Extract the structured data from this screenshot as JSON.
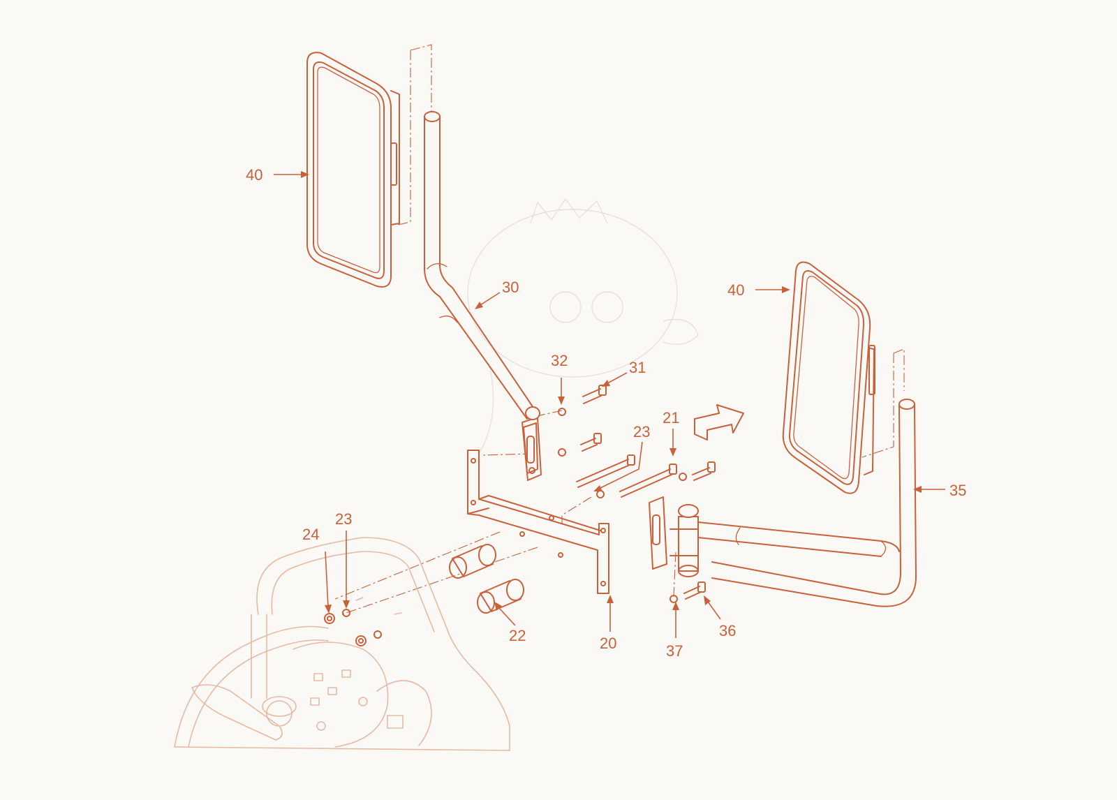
{
  "callouts": {
    "c40_left": "40",
    "c30": "30",
    "c32": "32",
    "c31": "31",
    "c40_right": "40",
    "c21": "21",
    "c23_upper": "23",
    "c35": "35",
    "c24": "24",
    "c23_lower": "23",
    "c22": "22",
    "c20": "20",
    "c37": "37",
    "c36": "36"
  },
  "colors": {
    "line": "#c8603a",
    "background": "#fbf9f5"
  },
  "icons": {
    "direction_arrow": "forward-arrow-icon"
  }
}
